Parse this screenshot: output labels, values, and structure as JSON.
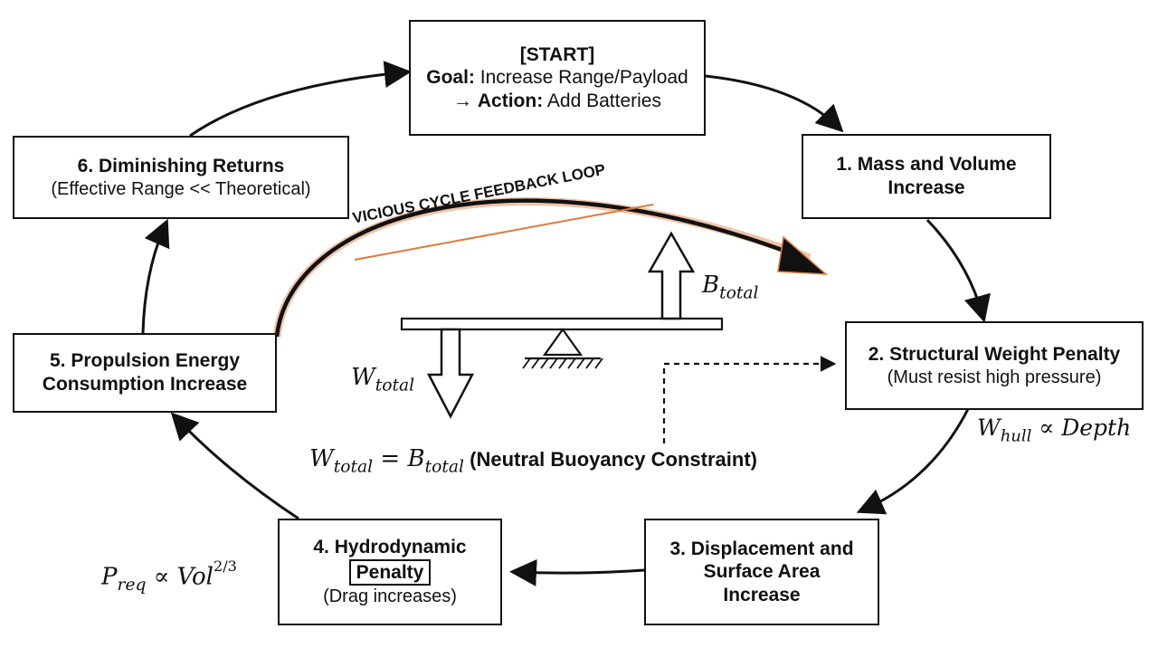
{
  "boxes": {
    "start": {
      "title": "[START]",
      "goal_label": "Goal:",
      "goal_text": "Increase Range/Payload",
      "action_arrow": "→",
      "action_label": "Action:",
      "action_text": "Add Batteries"
    },
    "step1": {
      "line1": "1. Mass and Volume",
      "line2": "Increase"
    },
    "step2": {
      "title": "2. Structural Weight Penalty",
      "subtitle": "(Must resist high pressure)"
    },
    "step3": {
      "line1": "3. Displacement and",
      "line2": "Surface Area",
      "line3": "Increase"
    },
    "step4": {
      "line1": "4. Hydrodynamic",
      "boxed": "Penalty",
      "subtitle": "(Drag increases)"
    },
    "step5": {
      "line1": "5. Propulsion Energy",
      "line2": "Consumption Increase"
    },
    "step6": {
      "title": "6. Diminishing Returns",
      "subtitle": "(Effective Range << Theoretical)"
    }
  },
  "loop_label": "VICIOUS CYCLE FEEDBACK LOOP",
  "formulas": {
    "b_total": {
      "base": "B",
      "sub": "total"
    },
    "w_total": {
      "base": "W",
      "sub": "total"
    },
    "hull": {
      "base": "W",
      "sub": "hull",
      "rest": " ∝ Depth"
    },
    "preq": {
      "base": "P",
      "sub": "req",
      "mid": " ∝ Vol",
      "sup": "2/3"
    },
    "constraint": {
      "lhs": "W",
      "lhs_sub": "total",
      "eq": " = ",
      "rhs": "B",
      "rhs_sub": "total",
      "text": " (Neutral Buoyancy Constraint)"
    }
  },
  "colors": {
    "ink": "#111111",
    "loop_glow": "#e07a3c",
    "background": "#ffffff"
  }
}
